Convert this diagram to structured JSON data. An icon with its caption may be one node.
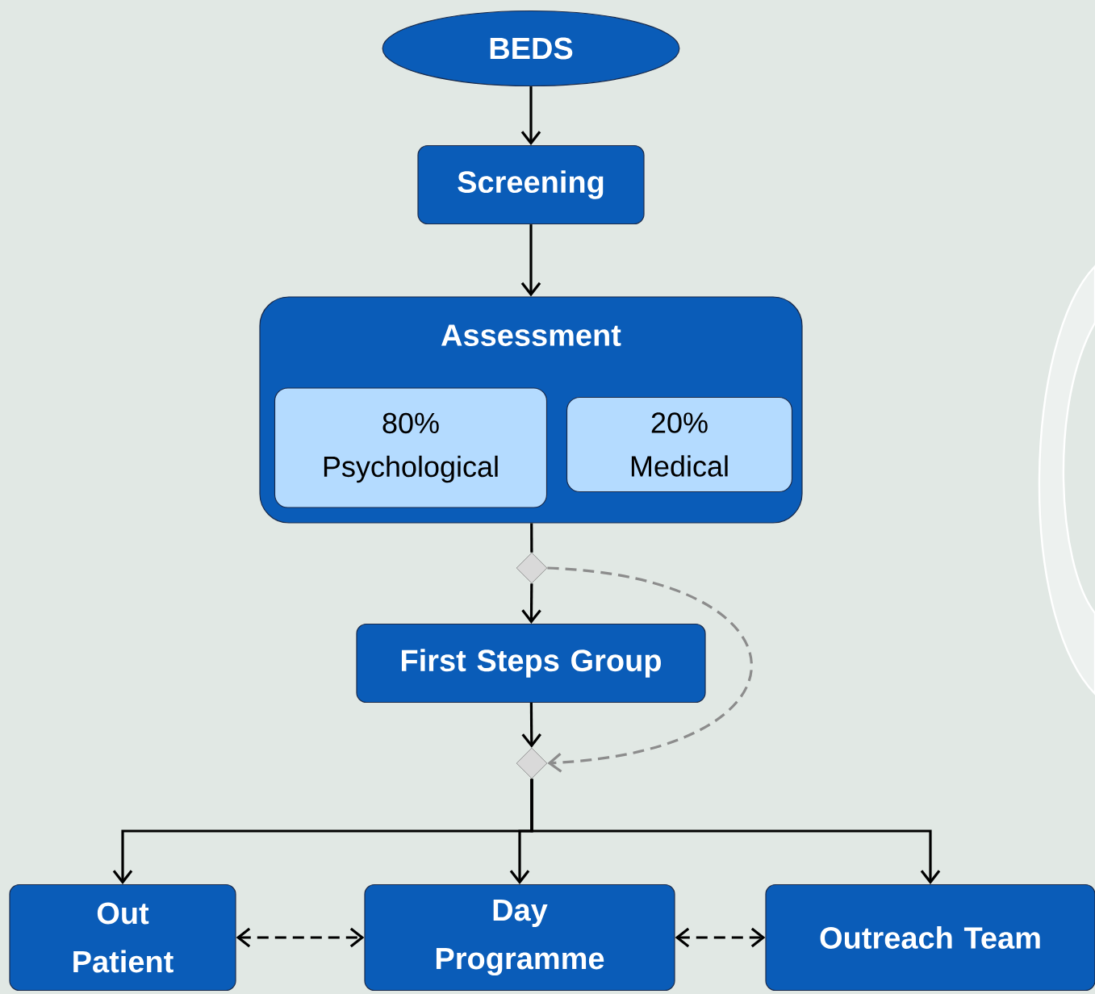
{
  "diagram": {
    "nodes": [
      {
        "text": [
          "BEDS"
        ]
      },
      {
        "text": [
          "Screening"
        ]
      },
      {
        "text": [
          "Assessment"
        ]
      },
      {
        "text": [
          "80% Psychological"
        ],
        "in": 2
      },
      {
        "text": [
          "20% Medical"
        ],
        "in": 2
      },
      {
        "text": [],
        "shape": "diamond"
      },
      {
        "text": [
          "First Steps Group"
        ]
      },
      {
        "text": [],
        "shape": "diamond"
      },
      {
        "text": [
          "Out Patient"
        ]
      },
      {
        "text": [
          "Day Programme"
        ]
      },
      {
        "text": [
          "Outreach Team"
        ]
      }
    ],
    "edges": [
      {
        "from": 0,
        "to": 1,
        "arrow": "to"
      },
      {
        "from": 1,
        "to": 2,
        "arrow": "to"
      },
      {
        "from": 2,
        "to": 5,
        "arrow": "none"
      },
      {
        "from": 5,
        "to": 6,
        "arrow": "to"
      },
      {
        "from": 6,
        "to": 7,
        "arrow": "to"
      },
      {
        "from": 5,
        "to": 7,
        "arrow": "to",
        "style": "dashed",
        "color": "#8c8c8c"
      },
      {
        "from": 7,
        "to": 8,
        "arrow": "to"
      },
      {
        "from": 7,
        "to": 9,
        "arrow": "to"
      },
      {
        "from": 7,
        "to": 10,
        "arrow": "to"
      },
      {
        "from": 8,
        "to": 9,
        "arrow": "both",
        "style": "dashed"
      },
      {
        "from": 9,
        "to": 10,
        "arrow": "both",
        "style": "dashed"
      }
    ]
  }
}
